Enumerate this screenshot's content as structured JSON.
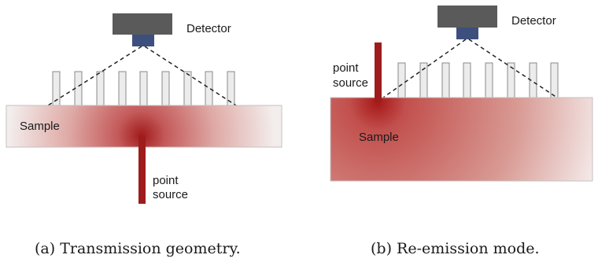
{
  "panel_a": {
    "detector_label": "Detector",
    "sample_label": "Sample",
    "source_label_line1": "point",
    "source_label_line2": "source",
    "caption": "(a) Transmission geometry."
  },
  "panel_b": {
    "detector_label": "Detector",
    "sample_label": "Sample",
    "source_label_line1": "point",
    "source_label_line2": "source",
    "caption": "(b) Re-emission mode."
  },
  "colors": {
    "detector_body": "#5a5a5a",
    "detector_sensor": "#3d4f7c",
    "source_bar": "#9e1c1c",
    "scatter_core": "#a11b1b",
    "sample_edge": "#f0eceb",
    "collimator_fill": "#ececec",
    "collimator_stroke": "#8a8a8a",
    "ray_line": "#222222"
  },
  "icons": {
    "detector": "detector-icon",
    "collimator": "collimator-icon",
    "source": "point-source-icon"
  }
}
